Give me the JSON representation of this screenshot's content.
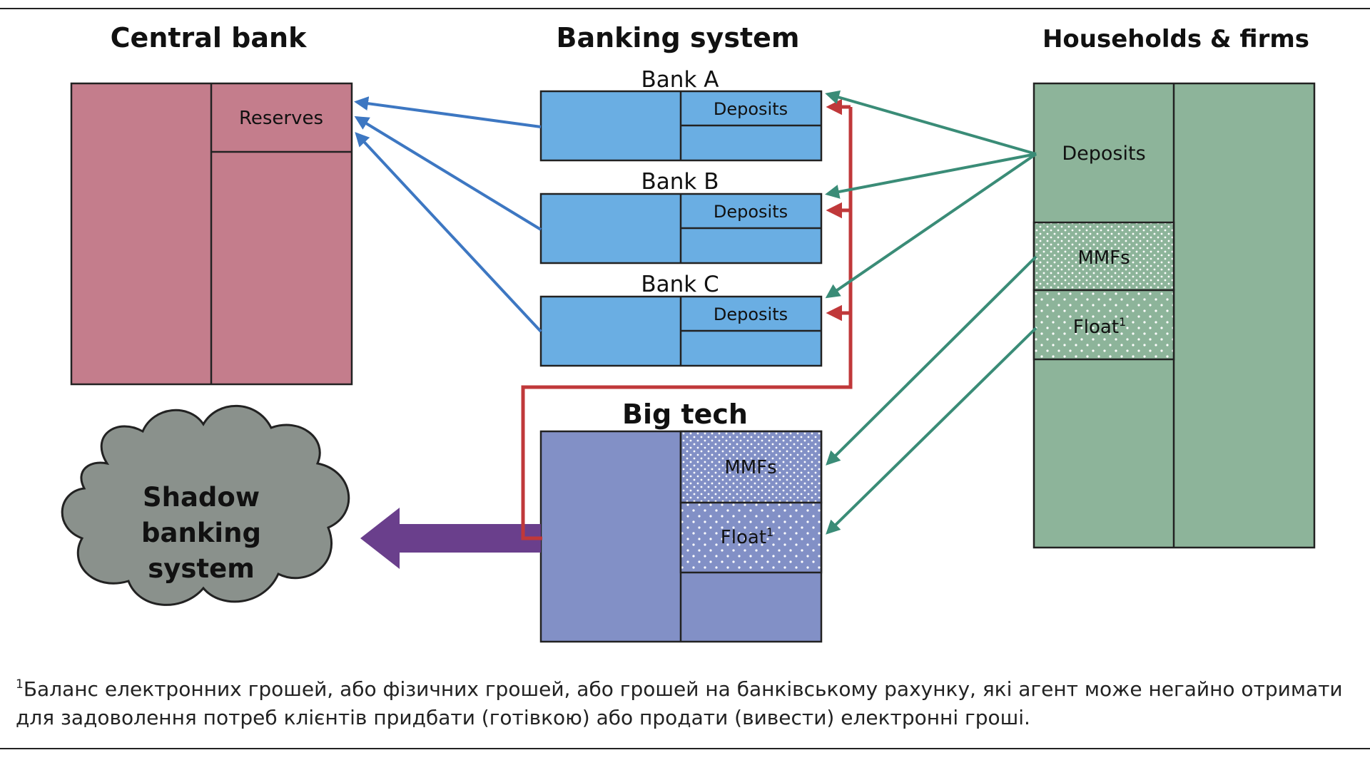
{
  "headers": {
    "central_bank": "Central bank",
    "banking_system": "Banking system",
    "households_firms": "Households & firms",
    "big_tech": "Big tech"
  },
  "central_bank": {
    "reserves": "Reserves"
  },
  "banks": [
    {
      "name": "Bank A",
      "deposits": "Deposits"
    },
    {
      "name": "Bank B",
      "deposits": "Deposits"
    },
    {
      "name": "Bank C",
      "deposits": "Deposits"
    }
  ],
  "big_tech": {
    "mmfs": "MMFs",
    "float": "Float",
    "float_sup": "1"
  },
  "households": {
    "deposits": "Deposits",
    "mmfs": "MMFs",
    "float": "Float",
    "float_sup": "1"
  },
  "shadow_banking": {
    "line1": "Shadow",
    "line2": "banking",
    "line3": "system"
  },
  "footnote": {
    "marker": "1",
    "text": "Баланс електронних грошей, або фізичних грошей, або грошей на банківському рахунку, які агент може негайно отримати для задоволення потреб клієнтів придбати (готівкою) або продати (вивести) електронні гроші."
  },
  "colors": {
    "central_bank_fill": "#c47d8c",
    "bank_fill": "#6aaee3",
    "households_fill": "#8db49a",
    "big_tech_fill": "#8290c6",
    "shadow_fill": "#8a918c",
    "arrow_blue": "#3d77c2",
    "arrow_green": "#3a8c77",
    "arrow_red": "#c0383a",
    "arrow_purple": "#6a3f8c"
  }
}
